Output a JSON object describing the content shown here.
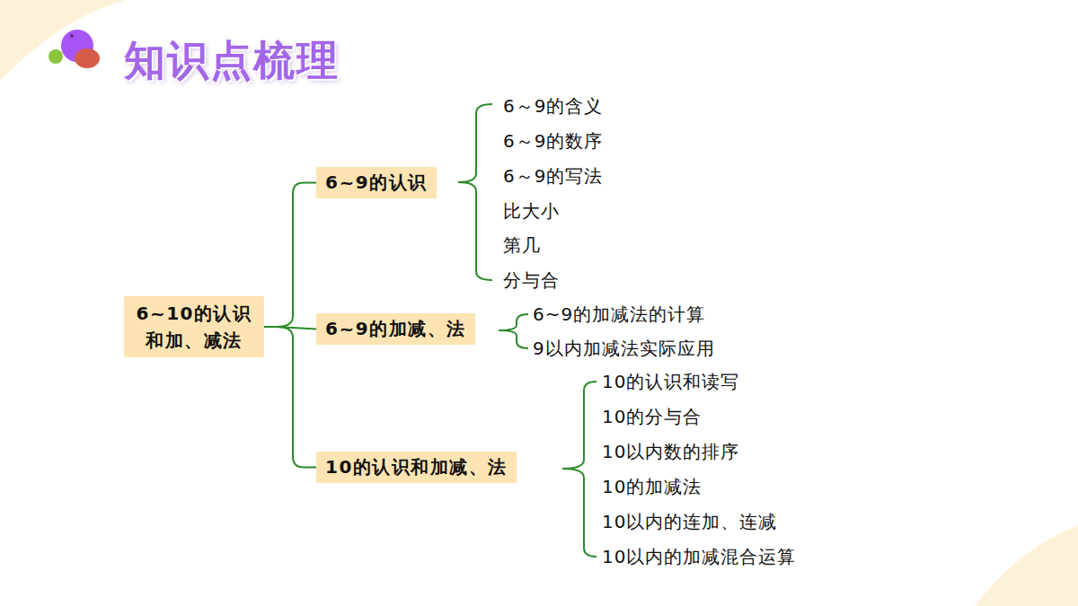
{
  "diagram": {
    "title": "知识点梳理",
    "nodes": [
      {
        "text": [
          "6~10的认识 和加、减法"
        ]
      },
      {
        "text": [
          "6~9的认识"
        ]
      },
      {
        "text": [
          "6~9的加减、法"
        ]
      },
      {
        "text": [
          "10的认识和加减、法"
        ]
      }
    ],
    "edges": [
      {
        "from": 0,
        "to": 1,
        "arrow": "none"
      },
      {
        "from": 0,
        "to": 2,
        "arrow": "none"
      },
      {
        "from": 0,
        "to": 3,
        "arrow": "none"
      }
    ],
    "labels": [
      "6～9的含义",
      "6～9的数序",
      "6～9的写法",
      "比大小",
      "第几",
      "分与合",
      "6~9的加减法的计算",
      "9以内加减法实际应用",
      "10的认识和读写",
      "10的分与合",
      "10以内数的排序",
      "10的加减法",
      "10以内的连加、连减",
      "10以内的加减混合运算"
    ]
  }
}
